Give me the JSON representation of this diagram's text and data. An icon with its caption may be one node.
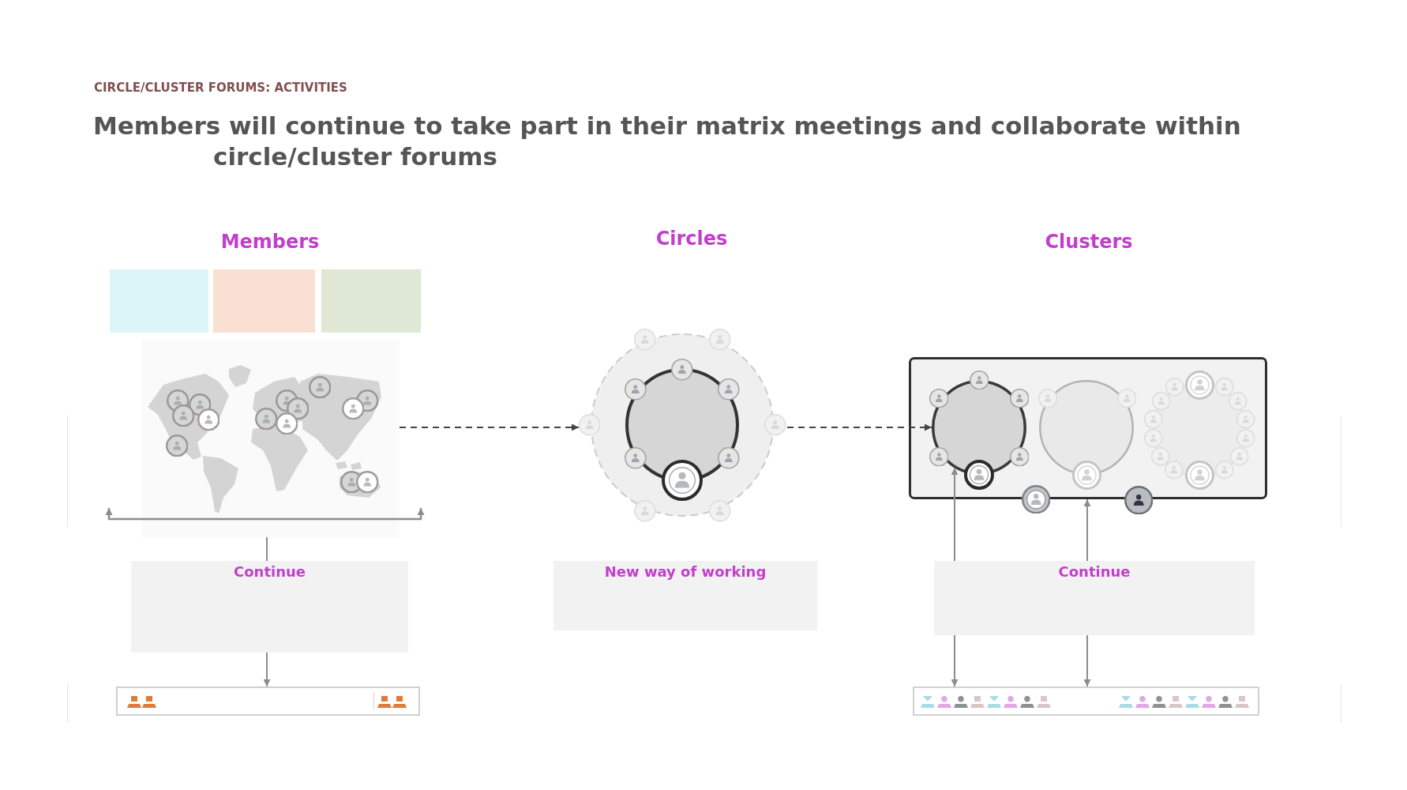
{
  "diagram": {
    "title": "Members will continue to take part in their matrix meetings and collaborate within circle/cluster forums",
    "nodes": [
      {
        "text": [],
        "shape": "box"
      },
      {
        "text": [],
        "shape": "box"
      },
      {
        "text": [],
        "shape": "box"
      },
      {
        "text": [],
        "shape": "picture"
      },
      {
        "text": [],
        "shape": "picture"
      },
      {
        "text": [],
        "shape": "box"
      },
      {
        "text": [],
        "shape": "circle",
        "in": 5
      },
      {
        "text": [],
        "shape": "circle",
        "in": 5
      },
      {
        "text": [],
        "shape": "circle",
        "in": 5
      },
      {
        "text": [
          "Continue"
        ]
      },
      {
        "text": [
          "New way of working"
        ]
      },
      {
        "text": [
          "Continue"
        ]
      },
      {
        "text": [],
        "shape": "bar"
      },
      {
        "text": [],
        "shape": "bar"
      }
    ],
    "edges": [
      {
        "from": 3,
        "to": 4,
        "arrow": "to",
        "style": "dashed",
        "color": "#444444"
      },
      {
        "from": 4,
        "to": 6,
        "arrow": "to",
        "style": "dashed",
        "color": "#444444"
      },
      {
        "from": 3,
        "to": 9,
        "arrow": "none"
      },
      {
        "from": 9,
        "to": 12,
        "arrow": "to"
      },
      {
        "from": 11,
        "to": 6,
        "arrow": "to"
      },
      {
        "from": 11,
        "to": 5,
        "arrow": "to"
      },
      {
        "from": 11,
        "to": 13,
        "arrow": "to"
      },
      {
        "from": 11,
        "to": 13,
        "arrow": "to"
      }
    ],
    "labels": [
      "CIRCLE/CLUSTER FORUMS: ACTIVITIES",
      "Members",
      "Circles",
      "Clusters"
    ]
  }
}
